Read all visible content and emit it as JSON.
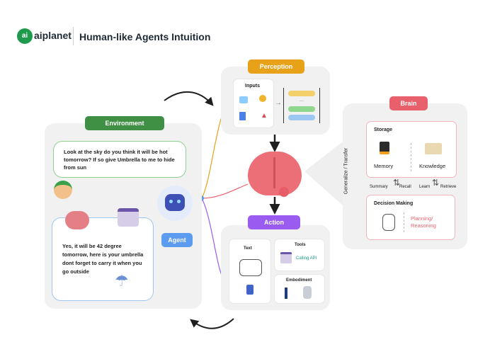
{
  "header": {
    "logo_text": "aiplanet",
    "title": "Human-like Agents Intuition"
  },
  "environment": {
    "label": "Environment",
    "question": "Look at the sky do you think it will be hot tomorrow? If so give Umbrella to me to hide from sun",
    "answer": "Yes, it will be 42 degree tomorrow, here is your umbrella dont forget to carry it when you go outside"
  },
  "agent": {
    "label": "Agent"
  },
  "perception": {
    "label": "Perception",
    "inputs_title": "Inputs"
  },
  "action": {
    "label": "Action",
    "text_title": "Text",
    "tools_title": "Tools",
    "calling_api": "Calling API",
    "embodiment_title": "Embodiment"
  },
  "brain": {
    "label": "Brain",
    "storage_title": "Storage",
    "memory": "Memory",
    "knowledge": "Knowledge",
    "generalize": "Generalize / Transfer",
    "summary": "Summary",
    "recall": "Recall",
    "learn": "Learn",
    "retrieve": "Retrieve",
    "decision_title": "Decision Making",
    "planning": "Planning/\nReasoning"
  },
  "colors": {
    "environment": "#3f8f45",
    "perception": "#e8a21a",
    "action": "#9a5cf0",
    "brain": "#e8606b",
    "agent": "#5b9bf0"
  }
}
